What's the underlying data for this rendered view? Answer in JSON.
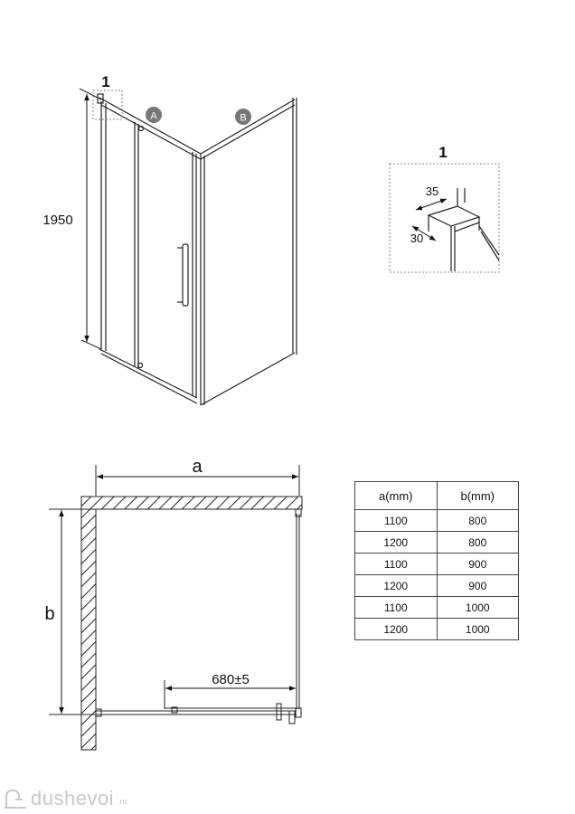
{
  "elevation": {
    "detail_marker": "1",
    "height_label": "1950",
    "panel_a_badge": "A",
    "panel_b_badge": "B"
  },
  "detail": {
    "title": "1",
    "width_label": "35",
    "depth_label": "30"
  },
  "plan": {
    "width_label": "a",
    "depth_label": "b",
    "opening_label": "680±5"
  },
  "size_table": {
    "headers": [
      "a(mm)",
      "b(mm)"
    ],
    "rows": [
      [
        "1100",
        "800"
      ],
      [
        "1200",
        "800"
      ],
      [
        "1100",
        "900"
      ],
      [
        "1200",
        "900"
      ],
      [
        "1100",
        "1000"
      ],
      [
        "1200",
        "1000"
      ]
    ]
  },
  "watermark": {
    "text": "dushevoi",
    "tld": ".ru"
  },
  "colors": {
    "line": "#222222",
    "badge": "#777777",
    "dashed": "#888888",
    "watermark": "#c8c8c8"
  }
}
